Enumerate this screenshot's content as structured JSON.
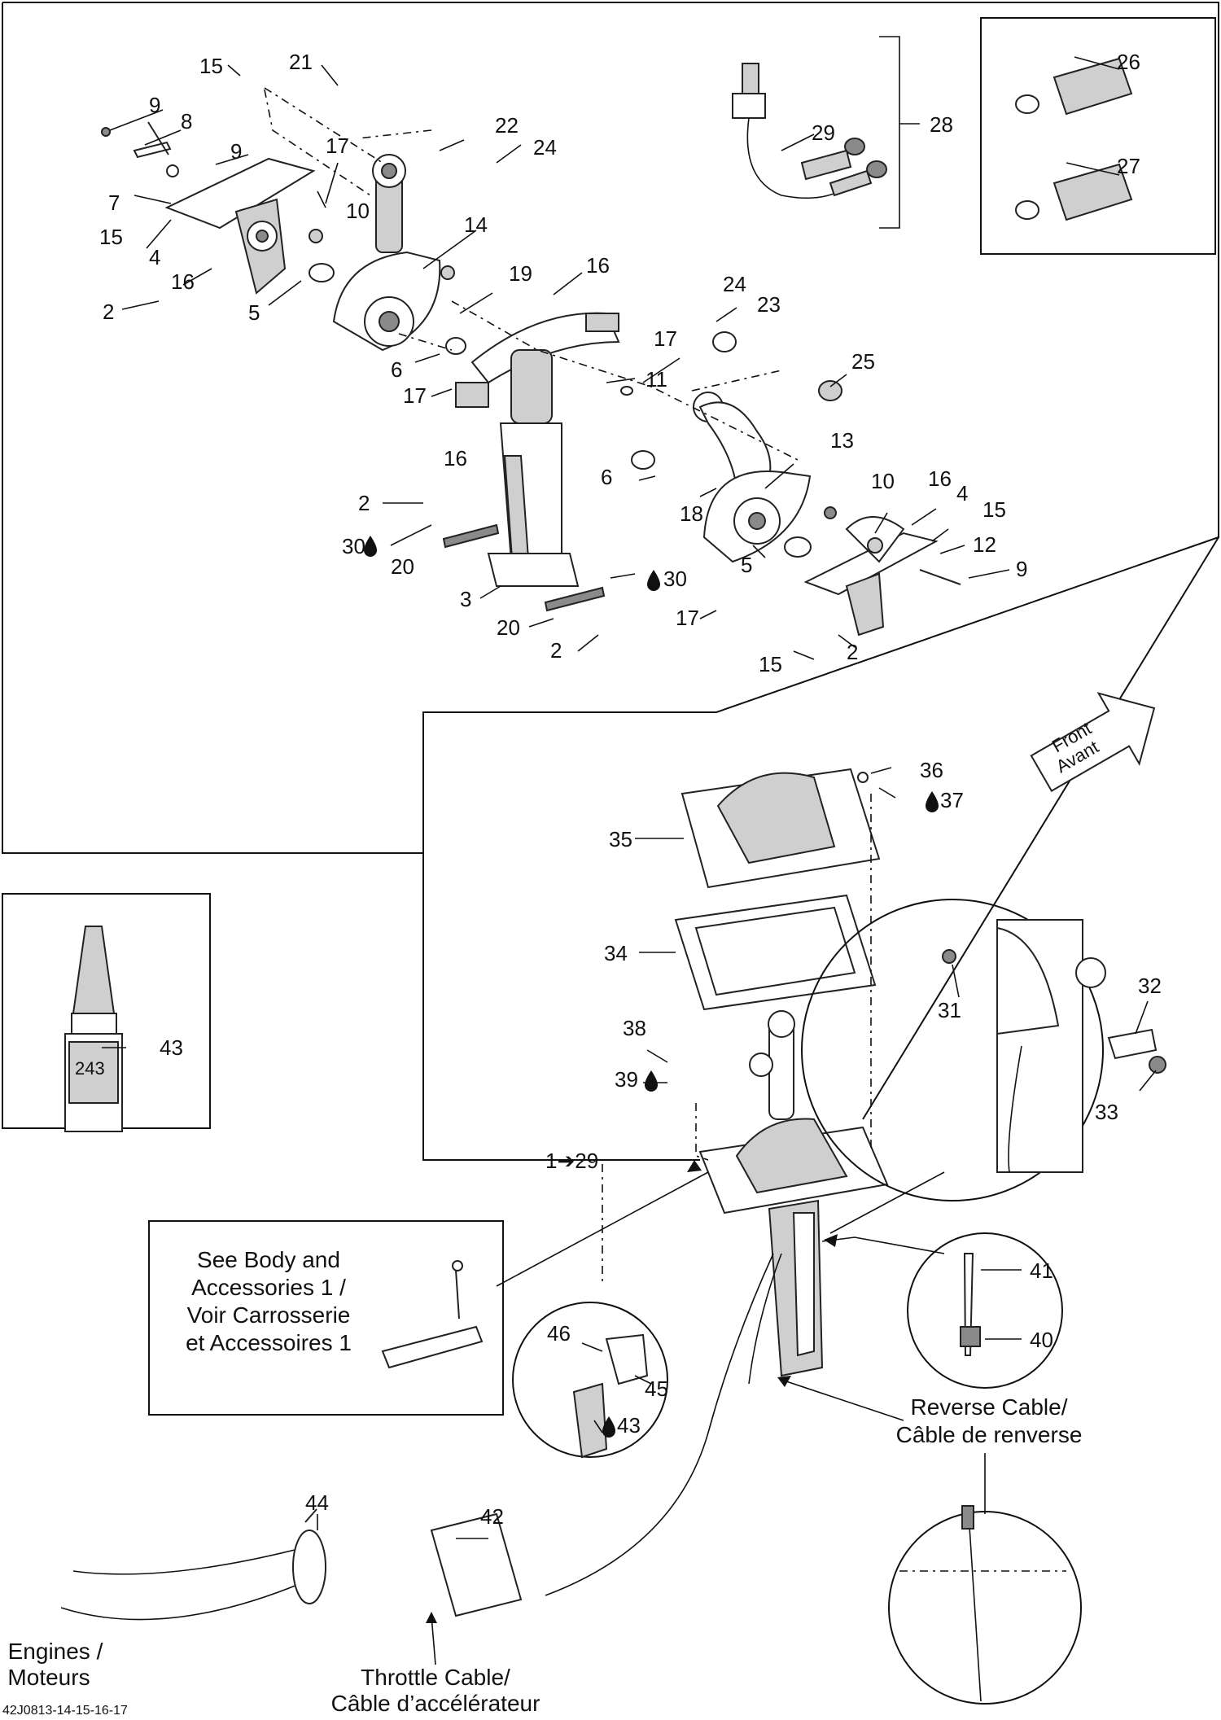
{
  "diagram": {
    "callouts": [
      {
        "id": "c-21",
        "text": "21"
      },
      {
        "id": "c-15a",
        "text": "15"
      },
      {
        "id": "c-9a",
        "text": "9"
      },
      {
        "id": "c-8",
        "text": "8"
      },
      {
        "id": "c-22",
        "text": "22"
      },
      {
        "id": "c-24a",
        "text": "24"
      },
      {
        "id": "c-9b",
        "text": "9"
      },
      {
        "id": "c-17a",
        "text": "17"
      },
      {
        "id": "c-7",
        "text": "7"
      },
      {
        "id": "c-10a",
        "text": "10"
      },
      {
        "id": "c-15b",
        "text": "15"
      },
      {
        "id": "c-14",
        "text": "14"
      },
      {
        "id": "c-4a",
        "text": "4"
      },
      {
        "id": "c-16a",
        "text": "16"
      },
      {
        "id": "c-2a",
        "text": "2"
      },
      {
        "id": "c-5a",
        "text": "5"
      },
      {
        "id": "c-19",
        "text": "19"
      },
      {
        "id": "c-16b",
        "text": "16"
      },
      {
        "id": "c-24b",
        "text": "24"
      },
      {
        "id": "c-23",
        "text": "23"
      },
      {
        "id": "c-17b",
        "text": "17"
      },
      {
        "id": "c-6a",
        "text": "6"
      },
      {
        "id": "c-17c",
        "text": "17"
      },
      {
        "id": "c-11",
        "text": "11"
      },
      {
        "id": "c-25",
        "text": "25"
      },
      {
        "id": "c-13",
        "text": "13"
      },
      {
        "id": "c-16c",
        "text": "16"
      },
      {
        "id": "c-6b",
        "text": "6"
      },
      {
        "id": "c-18",
        "text": "18"
      },
      {
        "id": "c-10b",
        "text": "10"
      },
      {
        "id": "c-16d",
        "text": "16"
      },
      {
        "id": "c-4b",
        "text": "4"
      },
      {
        "id": "c-15c",
        "text": "15"
      },
      {
        "id": "c-2b",
        "text": "2"
      },
      {
        "id": "c-30a",
        "text": "30"
      },
      {
        "id": "c-12",
        "text": "12"
      },
      {
        "id": "c-20a",
        "text": "20"
      },
      {
        "id": "c-5b",
        "text": "5"
      },
      {
        "id": "c-9c",
        "text": "9"
      },
      {
        "id": "c-30b",
        "text": "30"
      },
      {
        "id": "c-3",
        "text": "3"
      },
      {
        "id": "c-17d",
        "text": "17"
      },
      {
        "id": "c-20b",
        "text": "20"
      },
      {
        "id": "c-2c",
        "text": "2"
      },
      {
        "id": "c-15d",
        "text": "15"
      },
      {
        "id": "c-2d",
        "text": "2"
      },
      {
        "id": "c-26",
        "text": "26"
      },
      {
        "id": "c-27",
        "text": "27"
      },
      {
        "id": "c-28",
        "text": "28"
      },
      {
        "id": "c-29",
        "text": "29"
      },
      {
        "id": "c-36",
        "text": "36"
      },
      {
        "id": "c-37",
        "text": "37"
      },
      {
        "id": "c-35",
        "text": "35"
      },
      {
        "id": "c-34",
        "text": "34"
      },
      {
        "id": "c-43a",
        "text": "43"
      },
      {
        "id": "c-31",
        "text": "31"
      },
      {
        "id": "c-32",
        "text": "32"
      },
      {
        "id": "c-33",
        "text": "33"
      },
      {
        "id": "c-38",
        "text": "38"
      },
      {
        "id": "c-39",
        "text": "39"
      },
      {
        "id": "c-1-29",
        "text": "1➔29"
      },
      {
        "id": "c-41",
        "text": "41"
      },
      {
        "id": "c-40",
        "text": "40"
      },
      {
        "id": "c-46",
        "text": "46"
      },
      {
        "id": "c-45",
        "text": "45"
      },
      {
        "id": "c-43b",
        "text": "43"
      },
      {
        "id": "c-44",
        "text": "44"
      },
      {
        "id": "c-42",
        "text": "42"
      }
    ],
    "front_arrow": {
      "line1": "Front",
      "line2": "Avant"
    },
    "bottle_label": "243",
    "notes": {
      "see_body": [
        "See Body and",
        "Accessories 1 /",
        "Voir Carrosserie",
        "et Accessoires 1"
      ],
      "reverse_cable": [
        "Reverse Cable/",
        "Câble de renverse"
      ],
      "throttle_cable": [
        "Throttle Cable/",
        "Câble d’accélérateur"
      ],
      "engines": [
        "Engines /",
        "Moteurs"
      ]
    },
    "footer_code": "42J0813-14-15-16-17"
  }
}
